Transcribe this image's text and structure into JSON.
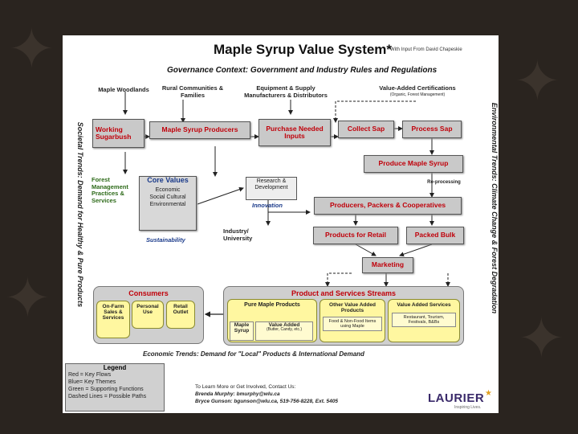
{
  "title": "Maple Syrup Value System*",
  "title_note": "* With Input From David Chapeskie",
  "governance": "Governance Context: Government and Industry Rules and Regulations",
  "top_labels": {
    "maple_woodlands": "Maple Woodlands",
    "rural": "Rural Communities & Families",
    "equipment": "Equipment & Supply Manufacturers & Distributors",
    "certifications": "Value-Added Certifications",
    "certifications_sub": "(Organic, Forest Management)"
  },
  "flow": {
    "working": "Working Sugarbush",
    "producers": "Maple Syrup Producers",
    "purchase": "Purchase Needed Inputs",
    "collect": "Collect Sap",
    "process": "Process Sap",
    "produce": "Produce Maple Syrup",
    "reprocessing": "Re-processing",
    "packers": "Producers, Packers & Cooperatives",
    "retail": "Products for Retail",
    "bulk": "Packed Bulk",
    "marketing": "Marketing"
  },
  "left_side": {
    "forest": "Forest Management Practices & Services",
    "core_values": "Core Values",
    "core_list": "Economic Social Cultural Environmental",
    "sustainability": "Sustainability",
    "research": "Research & Development",
    "innovation": "Innovation",
    "industry": "Industry/ University"
  },
  "side_text": {
    "left": "Societal Trends: Demand for Healthy & Pure Products",
    "right": "Environmental Trends: Climate Change & Forest Degradation"
  },
  "consumers": {
    "title": "Consumers",
    "on_farm": "On-Farm Sales & Services",
    "personal": "Personal Use",
    "retail_outlet": "Retail Outlet"
  },
  "streams": {
    "title": "Product and Services Streams",
    "pure": "Pure Maple Products",
    "maple_syrup": "Maple Syrup",
    "value_added": "Value Added",
    "value_added_sub": "(Butter, Candy, etc.)",
    "other": "Other Value Added Products",
    "food": "Food & Non-Food Items using Maple",
    "services": "Value Added Services",
    "restaurant": "Restaurant, Tourism, Festivals, B&Bs"
  },
  "economic": "Economic Trends: Demand for \"Local\" Products & International Demand",
  "legend": {
    "title": "Legend",
    "items": [
      "Red = Key Flows",
      "Blue= Key Themes",
      "Green = Supporting Functions",
      "Dashed Lines = Possible Paths"
    ]
  },
  "contact": {
    "intro": "To Learn More or Get Involved, Contact Us:",
    "line1": "Brenda Murphy: bmurphy@wlu.ca",
    "line2": "Bryce Gunson: bgunson@wlu.ca, 519-756-8228, Ext. 5405"
  },
  "logo": "LAURIER",
  "logo_sub": "Inspiring Lives."
}
